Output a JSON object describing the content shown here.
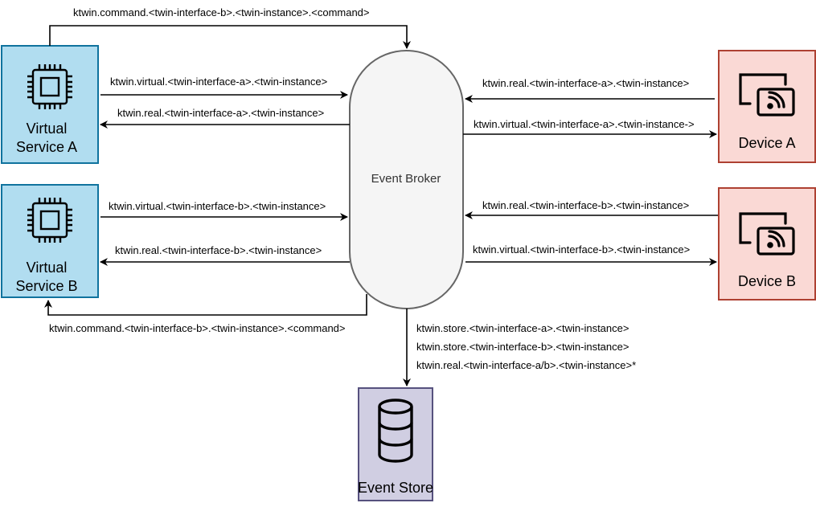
{
  "nodes": {
    "virtual_service_a": {
      "line1": "Virtual",
      "line2": "Service A",
      "icon": "cpu-chip-icon"
    },
    "virtual_service_b": {
      "line1": "Virtual",
      "line2": "Service B",
      "icon": "cpu-chip-icon"
    },
    "event_broker": {
      "label": "Event Broker"
    },
    "device_a": {
      "label": "Device A",
      "icon": "cast-screen-icon"
    },
    "device_b": {
      "label": "Device B",
      "icon": "cast-screen-icon"
    },
    "event_store": {
      "label": "Event Store",
      "icon": "database-icon"
    }
  },
  "edges": {
    "top_command": "ktwin.command.<twin-interface-b>.<twin-instance>.<command>",
    "vsa_to_broker": "ktwin.virtual.<twin-interface-a>.<twin-instance>",
    "broker_to_vsa": "ktwin.real.<twin-interface-a>.<twin-instance>",
    "vsb_to_broker": "ktwin.virtual.<twin-interface-b>.<twin-instance>",
    "broker_to_vsb": "ktwin.real.<twin-interface-b>.<twin-instance>",
    "bottom_command": "ktwin.command.<twin-interface-b>.<twin-instance>.<command>",
    "deva_to_broker": "ktwin.real.<twin-interface-a>.<twin-instance>",
    "broker_to_deva": "ktwin.virtual.<twin-interface-a>.<twin-instance->",
    "devb_to_broker": "ktwin.real.<twin-interface-b>.<twin-instance>",
    "broker_to_devb": "ktwin.virtual.<twin-interface-b>.<twin-instance>",
    "store_line1": "ktwin.store.<twin-interface-a>.<twin-instance>",
    "store_line2": "ktwin.store.<twin-interface-b>.<twin-instance>",
    "store_line3": "ktwin.real.<twin-interface-a/b>.<twin-instance>*"
  },
  "colors": {
    "virtual_fill": "#b1ddf0",
    "virtual_stroke": "#10739e",
    "device_fill": "#fad9d5",
    "device_stroke": "#ae4132",
    "store_fill": "#d0cee2",
    "store_stroke": "#56517e",
    "broker_fill": "#f5f5f5",
    "broker_stroke": "#666666"
  }
}
